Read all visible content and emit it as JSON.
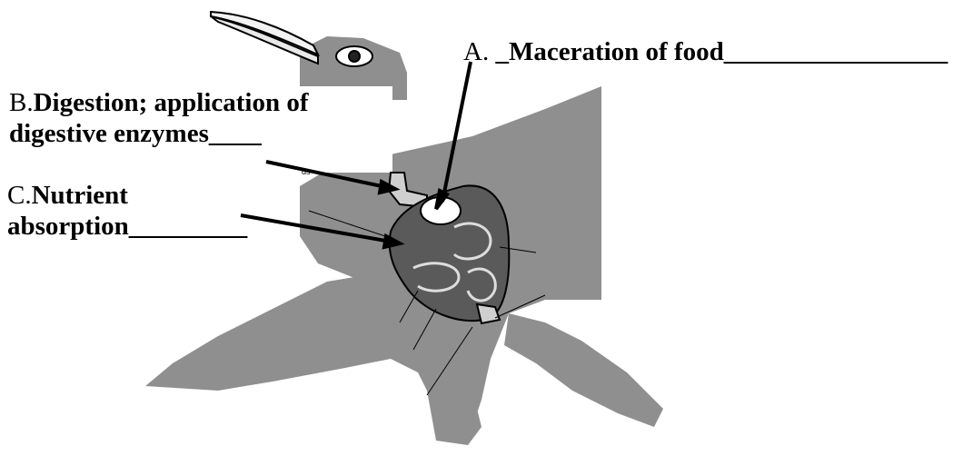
{
  "labels": {
    "a": {
      "letter": "A. ",
      "text": "_Maceration of food",
      "blank": "_________________"
    },
    "b": {
      "letter": "B.",
      "line1": "Digestion; application of",
      "line2": "digestive enzymes",
      "blank": "____"
    },
    "c": {
      "letter": "C.",
      "line1": "Nutrient",
      "line2": "absorption",
      "blank": "_________"
    }
  },
  "figure": {
    "stamp_text": "ds",
    "colors": {
      "bird_fill": "#8f8f8f",
      "organ_fill": "#5a5a5a",
      "line": "#000000",
      "background": "#ffffff"
    }
  }
}
